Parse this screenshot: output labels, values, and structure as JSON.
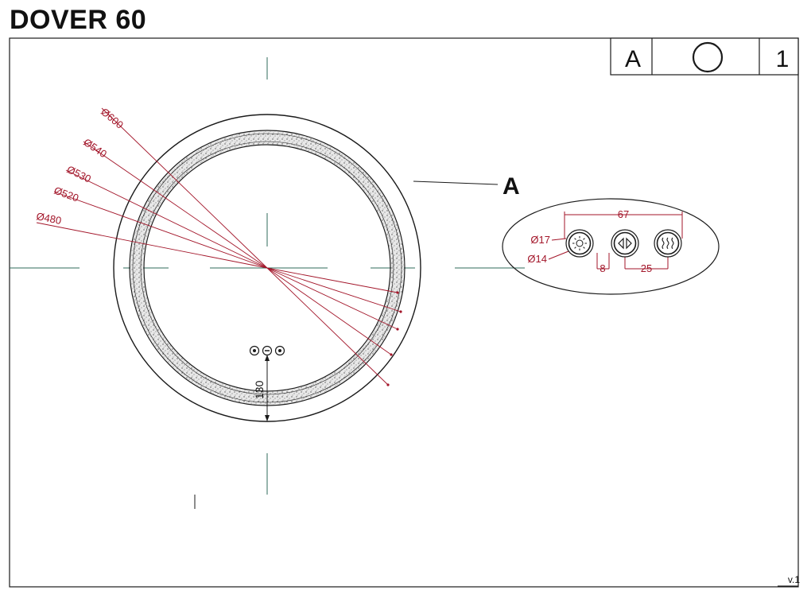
{
  "title": "DOVER 60",
  "title_block": {
    "cell_letter": "A",
    "cell_number": "1",
    "shape_icon": "circle-icon"
  },
  "detail_label": "A",
  "mirror_diameters": [
    "Ø600",
    "Ø540",
    "Ø530",
    "Ø520",
    "Ø480"
  ],
  "buttons_dims": {
    "width_total": "67",
    "outer_diameter": "Ø17",
    "inner_diameter": "Ø14",
    "gap": "8",
    "pitch": "25"
  },
  "vertical_dim": "130",
  "buttons": [
    "sun-icon",
    "arrows-icon",
    "heat-waves-icon"
  ],
  "version": "v.1",
  "colors": {
    "line": "#1a1a1a",
    "center_line": "#2f6b5b",
    "dimension": "#a3162a"
  }
}
